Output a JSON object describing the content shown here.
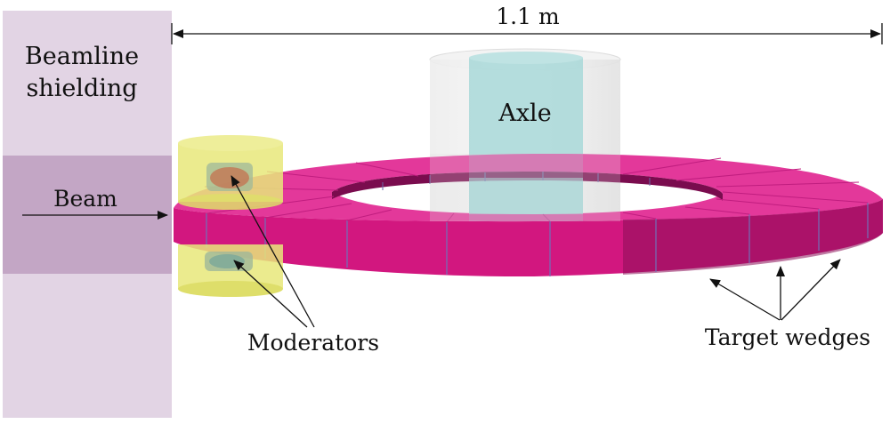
{
  "labels": {
    "dimension": "1.1 m",
    "shielding_line1": "Beamline",
    "shielding_line2": "shielding",
    "beam": "Beam",
    "axle": "Axle",
    "moderators": "Moderators",
    "target_wedges": "Target wedges"
  },
  "colors": {
    "shielding": "#e2d4e4",
    "beam_band": "#c3a6c5",
    "wedge_front": "#d2177f",
    "wedge_front_dark": "#8a0e58",
    "wedge_top": "#e3389a",
    "moderator": "#e8e87a",
    "axle_inner": "#a8d8d8",
    "axle_outer": "#e4e4e4"
  },
  "icons": [
    "arrow-icon"
  ]
}
